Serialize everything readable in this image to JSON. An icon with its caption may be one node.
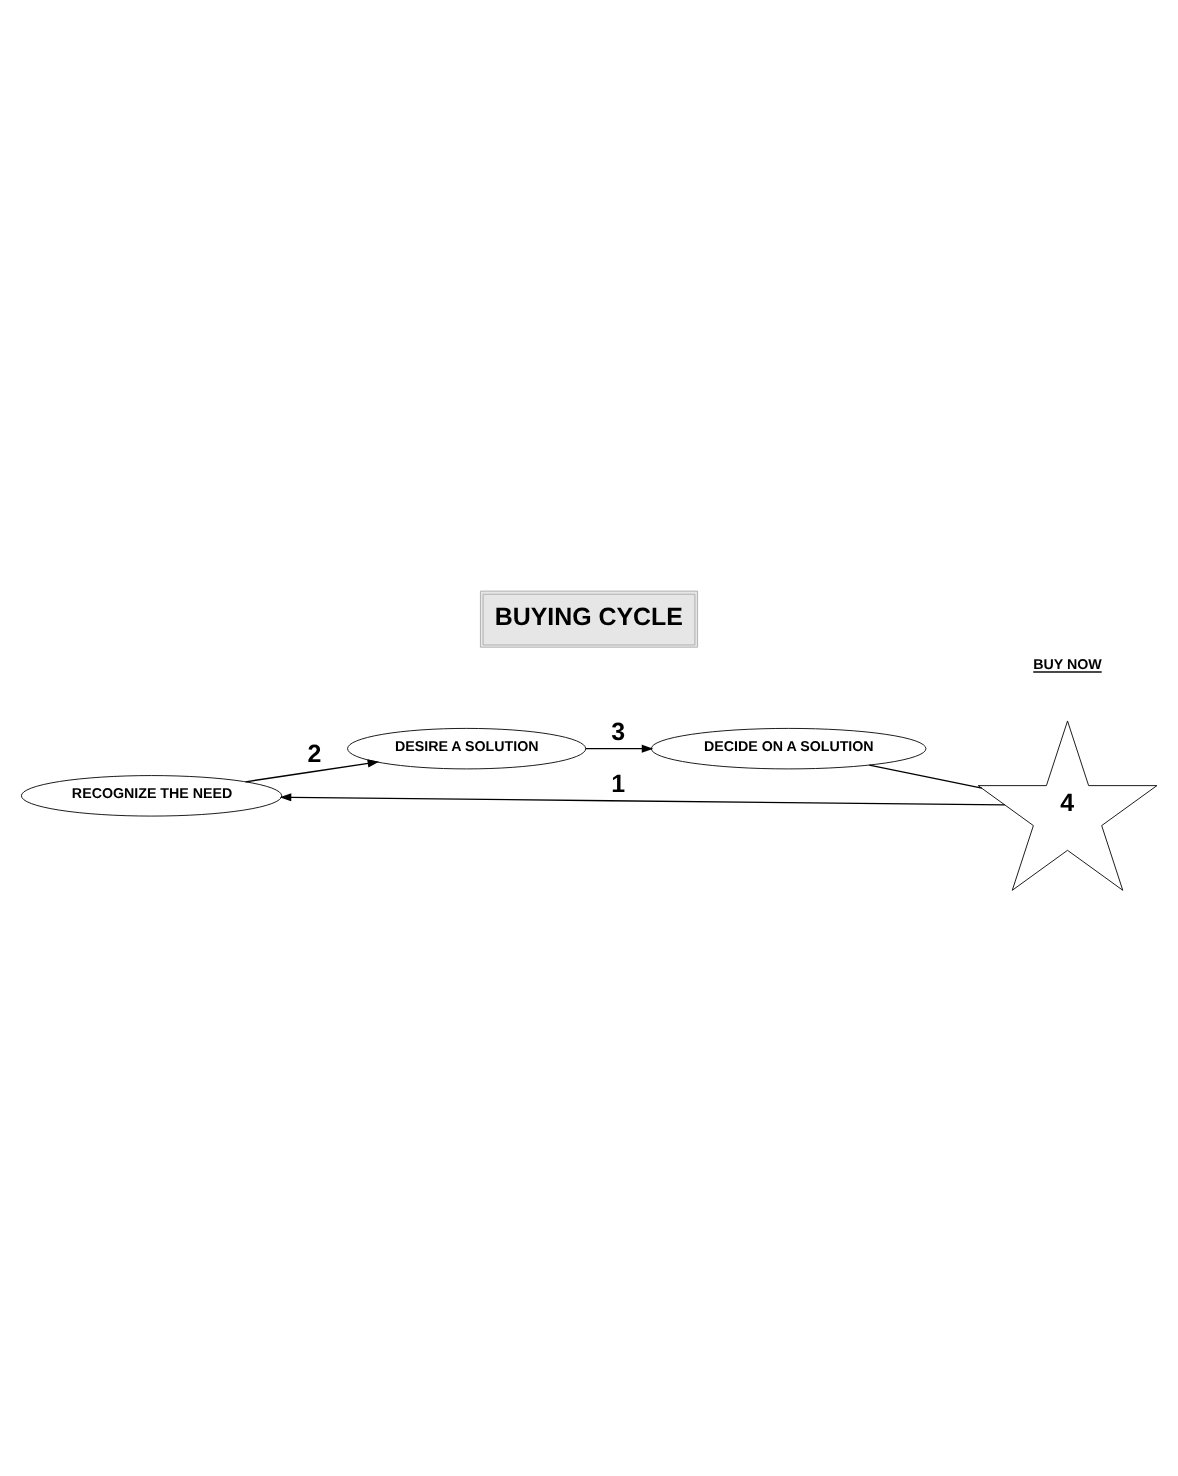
{
  "diagram": {
    "title": "BUYING CYCLE",
    "nodes": [
      {
        "text": [
          "RECOGNIZE THE NEED"
        ]
      },
      {
        "text": [
          "DESIRE A SOLUTION"
        ]
      },
      {
        "text": [
          "DECIDE ON A SOLUTION"
        ]
      },
      {
        "text": [
          "BUY NOW"
        ]
      },
      {
        "text": [
          "4"
        ]
      }
    ],
    "edges": [
      {
        "from": 4,
        "to": 0,
        "arrow": "to",
        "label": "1"
      },
      {
        "from": 0,
        "to": 1,
        "arrow": "to",
        "label": "2"
      },
      {
        "from": 1,
        "to": 2,
        "arrow": "to",
        "label": "3"
      },
      {
        "from": 2,
        "to": 4,
        "arrow": "none"
      }
    ]
  }
}
